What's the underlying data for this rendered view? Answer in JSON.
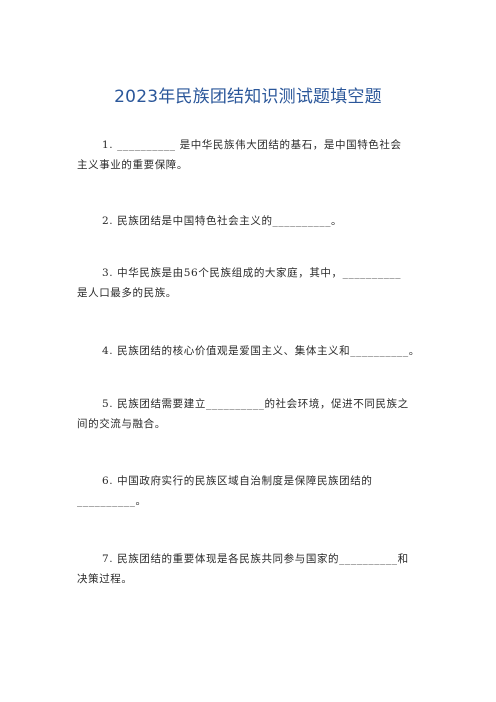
{
  "title": "2023年民族团结知识测试题填空题",
  "questions": [
    {
      "lines": [
        "1. __________ 是中华民族伟大团结的基石，是中国特色社会",
        "主义事业的重要保障。"
      ]
    },
    {
      "lines": [
        "2. 民族团结是中国特色社会主义的__________。"
      ]
    },
    {
      "lines": [
        "3. 中华民族是由56个民族组成的大家庭，其中，__________",
        "是人口最多的民族。"
      ]
    },
    {
      "lines": [
        "4. 民族团结的核心价值观是爱国主义、集体主义和__________。"
      ]
    },
    {
      "lines": [
        "5. 民族团结需要建立__________的社会环境，促进不同民族之",
        "间的交流与融合。"
      ]
    },
    {
      "lines": [
        "6. 中国政府实行的民族区域自治制度是保障民族团结的",
        "__________。"
      ]
    },
    {
      "lines": [
        "7. 民族团结的重要体现是各民族共同参与国家的__________和",
        "决策过程。"
      ]
    }
  ]
}
